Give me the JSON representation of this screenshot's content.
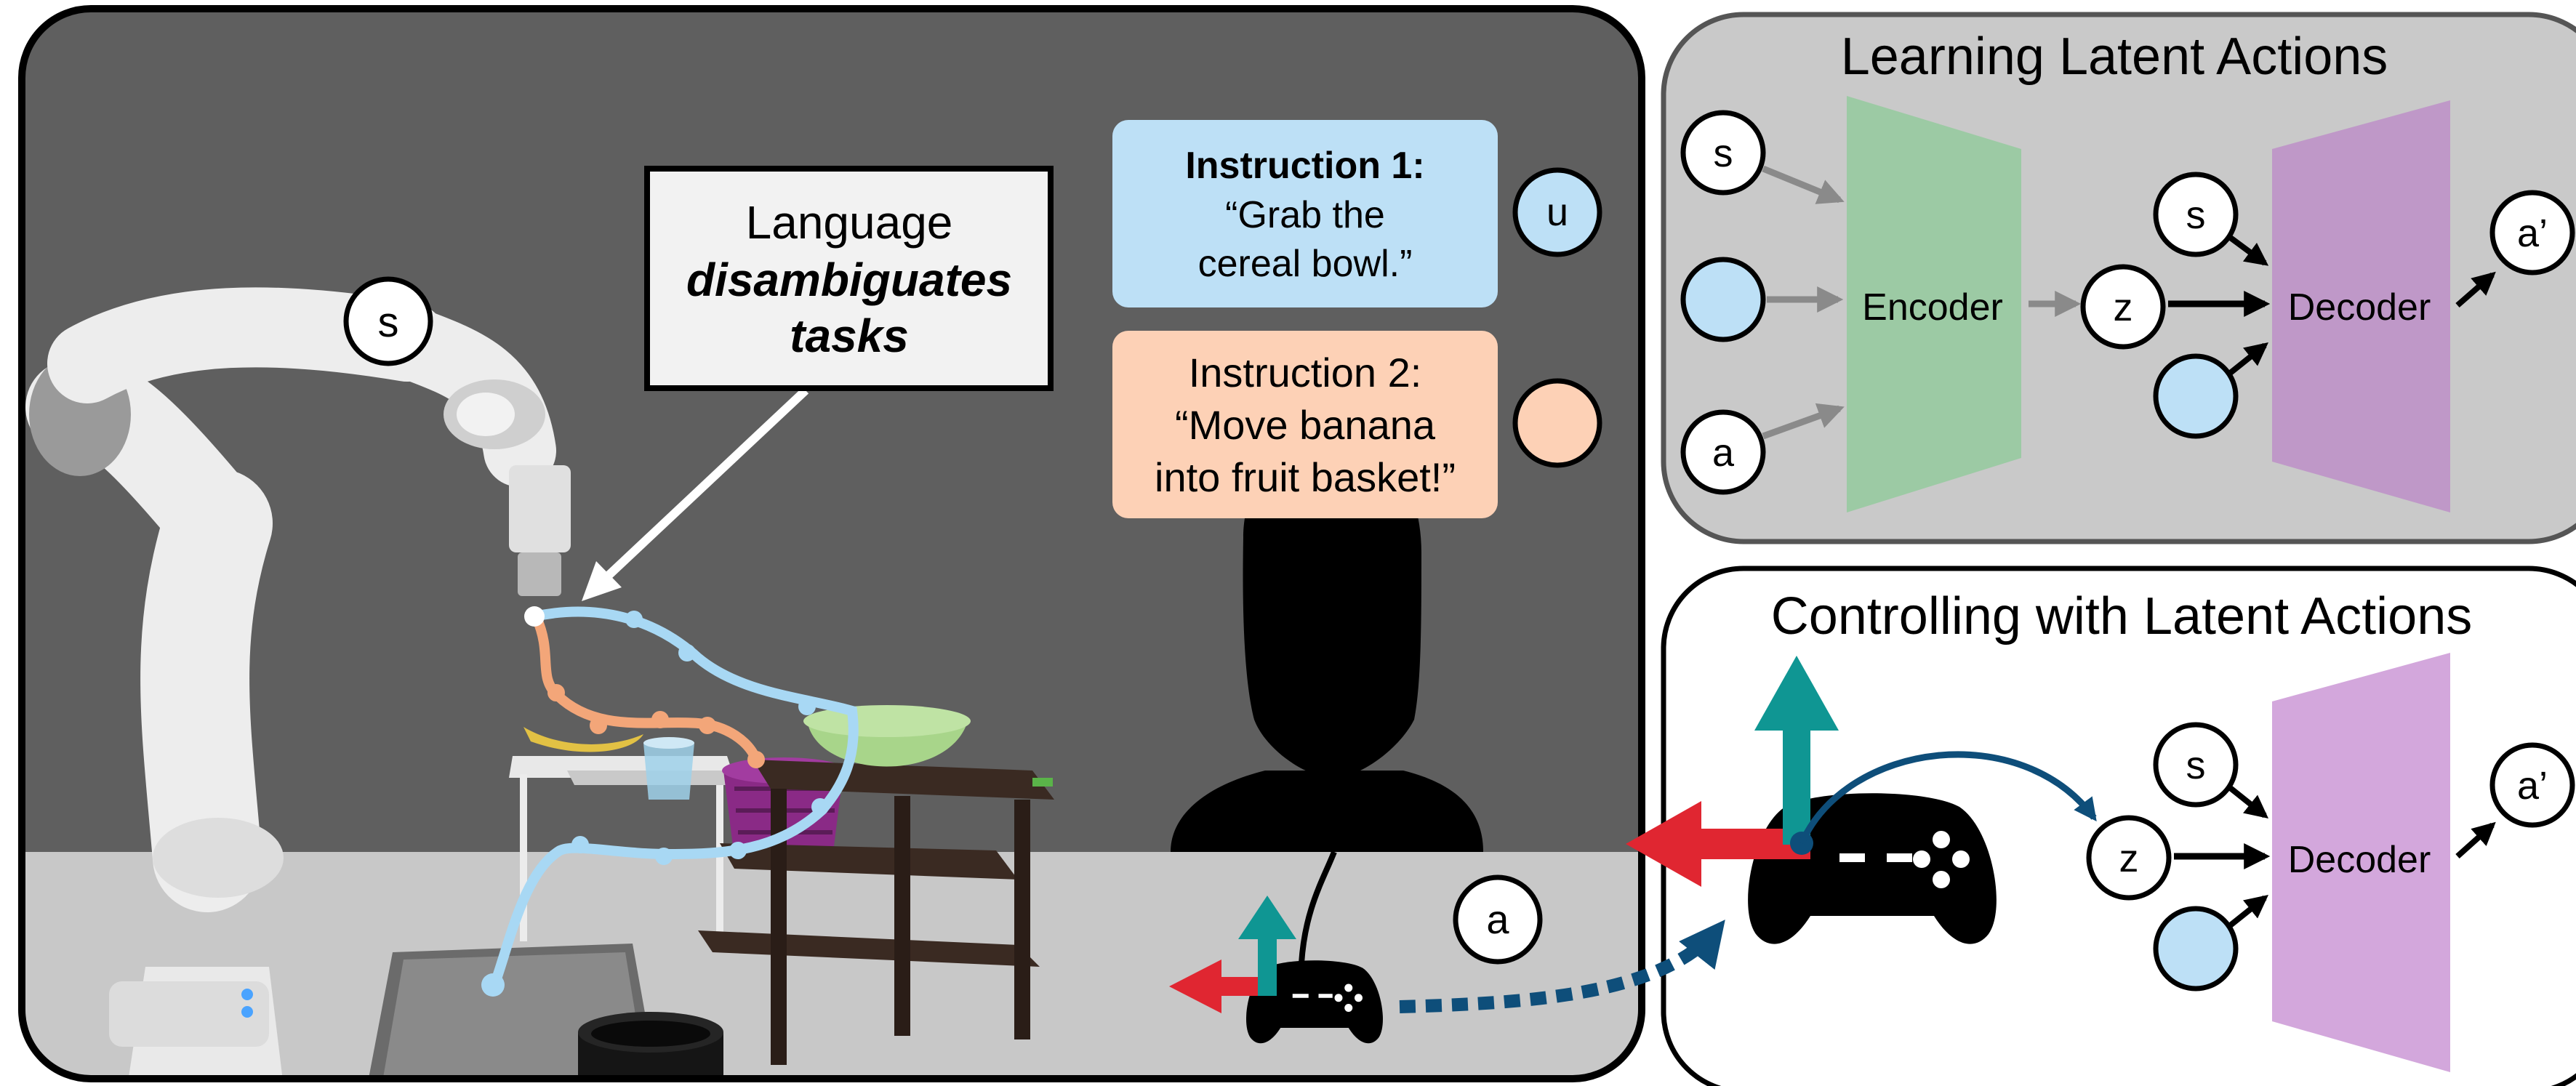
{
  "colors": {
    "wall": "#5f5f5f",
    "floor": "#c8c8c8",
    "panel_learning_bg": "#c9c9c9",
    "panel_control_bg": "#ffffff",
    "encoder": "#9ccaa4",
    "decoder_learning": "#bf98c8",
    "decoder_control": "#d3a7dc",
    "instruction_1": "#bde0f6",
    "instruction_2": "#fdd1b6",
    "lang_circle_blue": "#bde0f6",
    "lang_circle_orange": "#fdd1b6",
    "trajectory_blue": "#a8d8f4",
    "trajectory_orange": "#f3a679",
    "arrow_red": "#e02631",
    "arrow_teal": "#0f9693",
    "arrow_navy": "#0e4e7a"
  },
  "scene": {
    "state_label": "s",
    "action_label": "a",
    "language_box": {
      "line1": "Language",
      "line2": "disambiguates",
      "line3": "tasks"
    },
    "instruction_1": {
      "title": "Instruction 1:",
      "line1": "“Grab the",
      "line2": "cereal bowl.”"
    },
    "instruction_1_circle": "u",
    "instruction_2": {
      "title": "Instruction 2:",
      "line1": "“Move banana",
      "line2": "into fruit basket!”"
    }
  },
  "learning_panel": {
    "title": "Learning Latent Actions",
    "input_s": "s",
    "input_a": "a",
    "encoder_label": "Encoder",
    "latent": "z",
    "decoder_input_s": "s",
    "decoder_label": "Decoder",
    "output": "a’"
  },
  "control_panel": {
    "title": "Controlling with Latent Actions",
    "decoder_input_s": "s",
    "latent": "z",
    "decoder_label": "Decoder",
    "output": "a’"
  }
}
